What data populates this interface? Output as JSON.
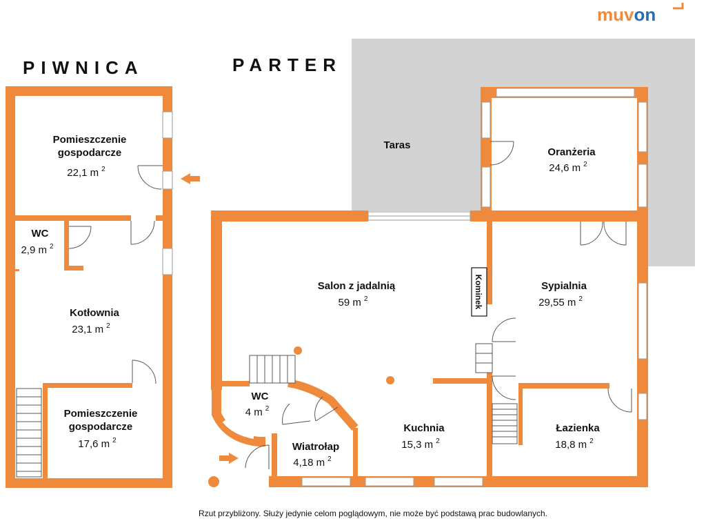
{
  "brand": {
    "prefix": "muv",
    "accent": "on"
  },
  "floors": {
    "basement": "PIWNICA",
    "ground": "PARTER"
  },
  "rooms": {
    "basement": [
      {
        "name": "Pomieszczenie gospodarcze",
        "lines": [
          "Pomieszczenie",
          "gospodarcze"
        ],
        "area": "22,1 m",
        "unit_exp": "2"
      },
      {
        "name": "WC",
        "lines": [
          "WC"
        ],
        "area": "2,9 m",
        "unit_exp": "2"
      },
      {
        "name": "Kotłownia",
        "lines": [
          "Kotłownia"
        ],
        "area": "23,1 m",
        "unit_exp": "2"
      },
      {
        "name": "Pomieszczenie gospodarcze",
        "lines": [
          "Pomieszczenie",
          "gospodarcze"
        ],
        "area": "17,6 m",
        "unit_exp": "2"
      }
    ],
    "ground": [
      {
        "name": "Taras",
        "lines": [
          "Taras"
        ],
        "area": "",
        "unit_exp": ""
      },
      {
        "name": "Oranżeria",
        "lines": [
          "Oranżeria"
        ],
        "area": "24,6 m",
        "unit_exp": "2"
      },
      {
        "name": "Salon z jadalnią",
        "lines": [
          "Salon z jadalnią"
        ],
        "area": "59 m",
        "unit_exp": "2"
      },
      {
        "name": "Sypialnia",
        "lines": [
          "Sypialnia"
        ],
        "area": "29,55 m",
        "unit_exp": "2"
      },
      {
        "name": "WC",
        "lines": [
          "WC"
        ],
        "area": "4 m",
        "unit_exp": "2"
      },
      {
        "name": "Wiatrołap",
        "lines": [
          "Wiatrołap"
        ],
        "area": "4,18 m",
        "unit_exp": "2"
      },
      {
        "name": "Kuchnia",
        "lines": [
          "Kuchnia"
        ],
        "area": "15,3 m",
        "unit_exp": "2"
      },
      {
        "name": "Łazienka",
        "lines": [
          "Łazienka"
        ],
        "area": "18,8 m",
        "unit_exp": "2"
      }
    ]
  },
  "fireplace_label": "Kominek",
  "disclaimer": "Rzut przybliżony. Służy jedynie celom poglądowym, nie może być podstawą prac budowlanych.",
  "colors": {
    "wall": "#ef8a3c",
    "terrace": "#d3d3d3",
    "brand_orange": "#ef8a3c",
    "brand_blue": "#2a6db0"
  }
}
